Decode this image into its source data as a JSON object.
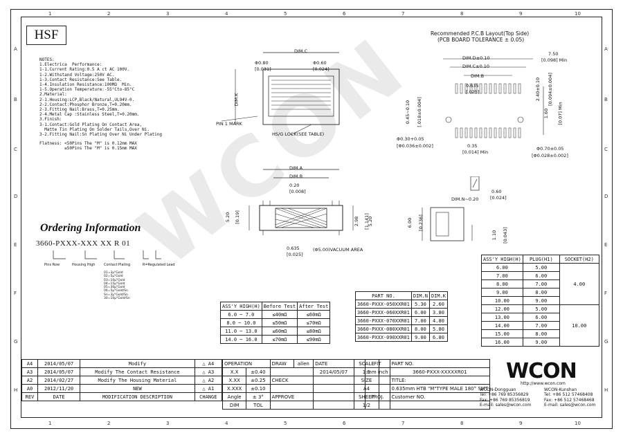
{
  "hsf": "HSF",
  "zones": {
    "columns": [
      "1",
      "2",
      "3",
      "4",
      "5",
      "6",
      "7",
      "8",
      "9",
      "10"
    ],
    "rows": [
      "A",
      "B",
      "C",
      "D",
      "E",
      "F",
      "G",
      "H"
    ]
  },
  "notes": [
    "NOTES:",
    "1.Electrica  Performance:",
    "1-1.Current Rating:0.5 A ct AC 100V.",
    "1-2.Withstand Voltage:250V AC.",
    "1-3.Contact Resistance:See Table.",
    "1-4.Insulation Resistance:100MΩ  Min.",
    "1-5.Operation Temperature:-55°Cto-85°C",
    "2.Material:",
    "2-1.Housing:LCP,Black/Natural,UL94V-0.",
    "2-2.Contact:Phosphor Bronze,T=0.20mm.",
    "2-3.Fitting Nail:Brass,T=0.25mm.",
    "2-4.Metal Cap :Stainless Steel,T=0.20mm.",
    "3.Finish:",
    "3-1.Contact:Gold Plating On Contact Area,",
    "  Matte Tin Plating On Solder Tails,Over Ni.",
    "3-2.Fitting Nail:Sn Plating Over Ni Under Plating",
    "",
    "Flatness: <50Pins The \"M\" is 0.12mm MAX",
    "          ≥50Pins The \"M\" is 0.15mm MAX"
  ],
  "ordering": {
    "title": "Ordering Information",
    "part_number": "3660-PXXX-XXX  XX  R  01",
    "labels": [
      "Pins Row",
      "Housing High",
      "Contact Plating",
      "R=Regulated Lead"
    ],
    "plating_legend": "01=3μ\"Gold\n02=5μ\"Gold\n03=10μ\"Gold\n04=15μ\"Gold\n05=30μ\"Gold\n06=5μ\"Gold/Sn\nSn=3μ\"Gold/Sn\n30=10μ\"Gold/Sn"
  },
  "pcb": {
    "title": "Recommended P.C.B Layout(Top Side)",
    "tolerance": "(PCB BOARD TOLERANCE ± 0.05)",
    "dims": [
      "DIM.D±0.10",
      "DIM.C±0.10",
      "DIM.B",
      "0.635",
      "[.025]",
      "0.45~0.10",
      "[.018±0.004]",
      "Φ0.30+0.05",
      "[Φ0.036±0.002]",
      "0.35",
      "[0.014] Min",
      "Φ0.70±0.05",
      "[Φ0.028±0.002]",
      "7.50",
      "[0.098] Min",
      "2.40±0.10",
      "[0.094±0.004]",
      "1.60",
      "[0.07] Min"
    ]
  },
  "top_view": {
    "dims": [
      "DIM.C",
      "Φ0.80",
      "[0.031]",
      "Φ0.60",
      "[0.024]",
      "DIM.K",
      "PIN 1 MARK"
    ],
    "fitting": "HS/G LOCK(SEE TABLE)"
  },
  "front_view": {
    "dims": [
      "DIM.A",
      "DIM.B",
      "0.20",
      "[0.008]",
      "5.20",
      "[0.19]",
      "2.98",
      "[1.141]",
      "5.20",
      "0.635",
      "[0.025]",
      "(Φ5.00)VACUUM AREA"
    ]
  },
  "side_view": {
    "dims": [
      "DIM.N~0.20",
      "0.60",
      "[0.024]",
      "6.00",
      "[0.236]",
      "1.10",
      "[0.043]"
    ]
  },
  "contact_table": {
    "headers": [
      "ASS'Y HIGH(H)",
      "Before Test",
      "After Test"
    ],
    "rows": [
      [
        "6.0 ~ 7.0",
        "≤40mΩ",
        "≤60mΩ"
      ],
      [
        "8.0 ~ 10.0",
        "≤50mΩ",
        "≤70mΩ"
      ],
      [
        "11.0 ~ 13.0",
        "≤60mΩ",
        "≤80mΩ"
      ],
      [
        "14.0 ~ 16.0",
        "≤70mΩ",
        "≤90mΩ"
      ]
    ]
  },
  "dim_table": {
    "headers": [
      "PART NO.",
      "DIM.N",
      "DIM.K"
    ],
    "rows": [
      [
        "3660-PXXX-050XXR01",
        "5.30",
        "2.60"
      ],
      [
        "3660-PXXX-060XXR01",
        "6.00",
        "3.80"
      ],
      [
        "3660-PXXX-070XXR01",
        "7.00",
        "4.80"
      ],
      [
        "3660-PXXX-080XXR01",
        "8.00",
        "5.80"
      ],
      [
        "3660-PXXX-090XXR01",
        "9.00",
        "6.80"
      ]
    ]
  },
  "height_table": {
    "headers": [
      "ASS'Y HIGH(H)",
      "PLUG(H1)",
      "SOCKET(H2)"
    ],
    "rows": [
      [
        "6.00",
        "5.00",
        ""
      ],
      [
        "7.00",
        "6.00",
        ""
      ],
      [
        "8.00",
        "7.00",
        "4.00"
      ],
      [
        "9.00",
        "8.00",
        ""
      ],
      [
        "10.00",
        "9.00",
        ""
      ],
      [
        "12.00",
        "5.00",
        ""
      ],
      [
        "13.00",
        "6.00",
        ""
      ],
      [
        "14.00",
        "7.00",
        "10.00"
      ],
      [
        "15.00",
        "8.00",
        ""
      ],
      [
        "16.00",
        "9.00",
        ""
      ]
    ],
    "merged": [
      "4.00",
      "10.00"
    ]
  },
  "revisions": {
    "rows": [
      [
        "A4",
        "2014/05/07",
        "Modify"
      ],
      [
        "A3",
        "2014/05/07",
        "Modify The Contact Resistance"
      ],
      [
        "A2",
        "2014/02/27",
        "Modify The Housing Material"
      ],
      [
        "A0",
        "2012/11/20",
        "NEW"
      ]
    ],
    "footer": [
      "REV",
      "DATE",
      "MODIFICATION DESCRIPTION",
      "CHANGE"
    ]
  },
  "title_block": {
    "operation": "OPERATION",
    "tolerances": [
      [
        "X.X",
        "±0.40"
      ],
      [
        "X.XX",
        "±0.25"
      ],
      [
        "X.XXX",
        "±0.10"
      ],
      [
        "Angle",
        "± 3°"
      ]
    ],
    "dim": "DIM",
    "tol": "TOL",
    "draw": "DRAW",
    "drawer": "allen",
    "date_label": "DATE",
    "date": "2014/05/07",
    "check": "CHECK",
    "approve": "APPROVE",
    "scale": "SCALE",
    "scale_val": "1:1",
    "fit": "FIT",
    "unit": "mm inch",
    "size": "SIZE",
    "size_val": "A4",
    "sheet": "SHEET",
    "sheet_val": "1/2",
    "proj": "PROJ.",
    "part_no_label": "PART NO.",
    "part_no": "3660-PXXX-XXXXXR01",
    "title_label": "TITLE:",
    "title": "0.635mm HTB \"M\"TYPE MALE 180° SMT",
    "customer": "Customer NO.",
    "change_marks": [
      "A4",
      "A3",
      "A2",
      "A1"
    ]
  },
  "company": {
    "logo": "WCON",
    "url": "http://www.wcon.com",
    "left": "WCON-Dongguan\nTel: +86 769 85356829\nFax: +86 769 85356819\nE-mail: sales@wcon.com",
    "right": "WCON-Kunshan\nTel: +86 512 57468408\nFax: +86 512 57468468\nE-mail: sales@wcon.com"
  },
  "watermark": "WCON"
}
